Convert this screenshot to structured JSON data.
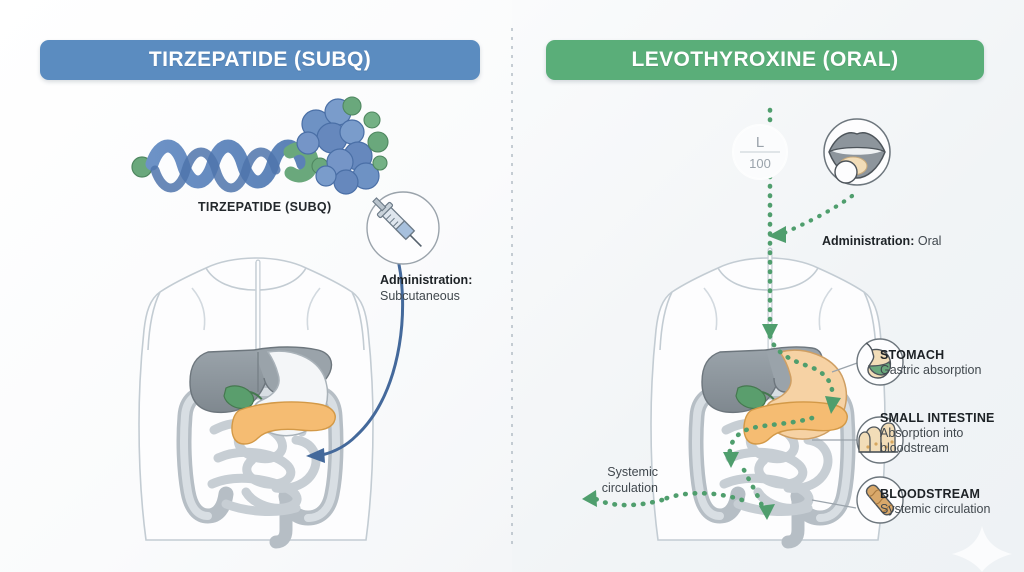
{
  "figure": {
    "title_left": "TIRZEPATIDE (SUBQ)",
    "title_right": "LEVOTHYROXINE (ORAL)",
    "watermark": "four-point-star"
  },
  "colors": {
    "blue_banner": "#5b8cc0",
    "green_banner": "#5aae79",
    "molecule_blue": "#6e92c4",
    "molecule_green": "#6aa87c",
    "arrow_blue": "#44699b",
    "arrow_green": "#4f9e6d",
    "organ_gray": "#8b949c",
    "pancreas_orange": "#f5bc72",
    "stomach_tan": "#f6d2a4",
    "gallbladder_green": "#5a9e6d",
    "background": "#f4f6f8",
    "text_dark": "#1d2226",
    "text_body": "#41484e"
  },
  "left_panel": {
    "banner": "TIRZEPATIDE (SUBQ)",
    "molecule_label": "TIRZEPATIDE (SUBQ)",
    "icon": "syringe-icon",
    "administration": {
      "label": "Administration:",
      "value": "Subcutaneous"
    }
  },
  "right_panel": {
    "banner": "LEVOTHYROXINE (ORAL)",
    "pill": {
      "imprint_top": "L",
      "imprint_bottom": "100"
    },
    "mouth_icon": "mouth-icon",
    "administration": {
      "label": "Administration:",
      "value": "Oral"
    },
    "systemic_circulation_note": {
      "line1": "Systemic",
      "line2": "circulation"
    },
    "callouts": [
      {
        "icon": "stomach-icon",
        "title": "STOMACH",
        "subtitle": "Gastric absorption"
      },
      {
        "icon": "small-intestine-villi-icon",
        "title": "SMALL INTESTINE",
        "subtitle_line1": "Absorption into",
        "subtitle_line2": "bloodstream"
      },
      {
        "icon": "blood-vessel-icon",
        "title": "BLOODSTREAM",
        "subtitle": "Systemic circulation"
      }
    ]
  }
}
